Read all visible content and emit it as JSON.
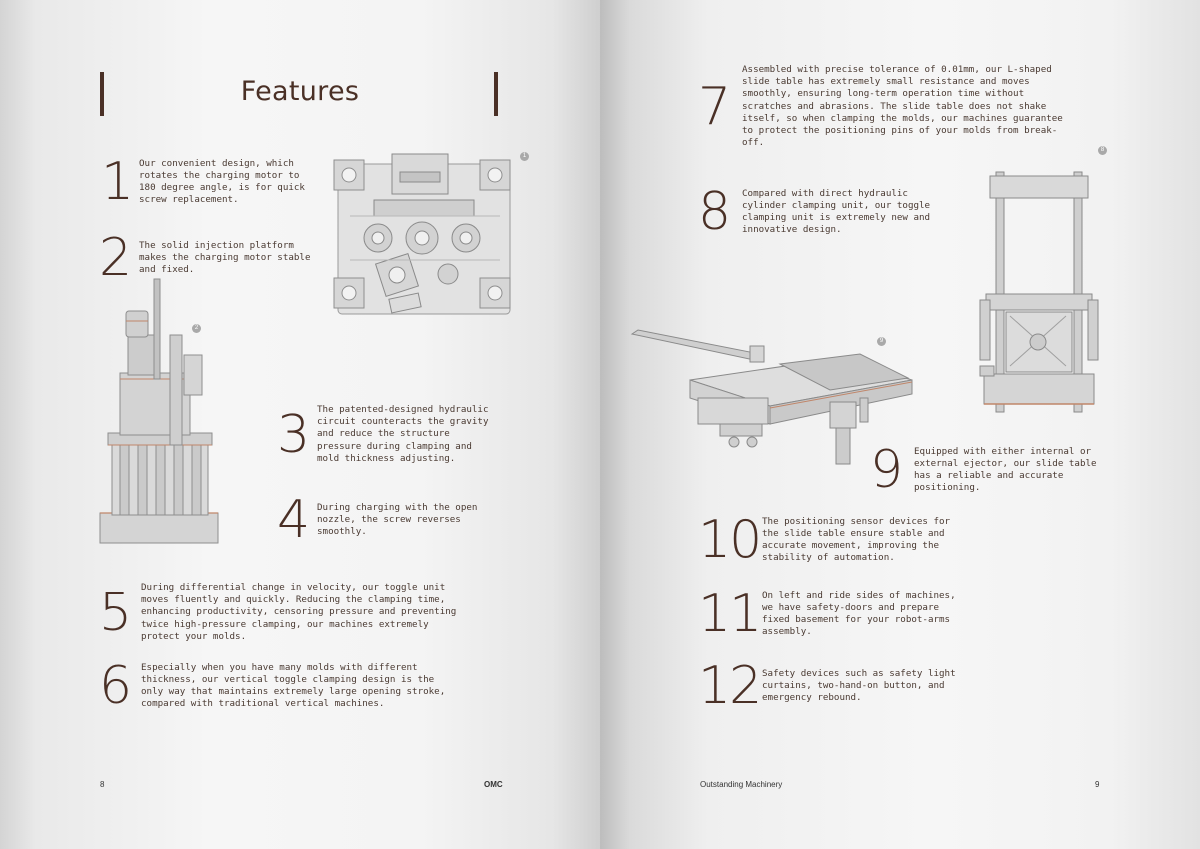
{
  "left_page": {
    "title": "Features",
    "page_number": "8",
    "brand": "OMC",
    "features": [
      {
        "number": "1",
        "text": "Our convenient design, which rotates the charging motor to 180 degree angle, is for quick screw replacement."
      },
      {
        "number": "2",
        "text": "The solid injection platform makes the charging motor stable and fixed."
      },
      {
        "number": "3",
        "text": "The patented-designed hydraulic circuit counteracts the gravity and reduce the structure pressure during clamping and mold thickness adjusting."
      },
      {
        "number": "4",
        "text": "During charging with the open nozzle, the screw reverses smoothly."
      },
      {
        "number": "5",
        "text": "During differential change in velocity, our toggle unit moves fluently and quickly. Reducing the clamping time, enhancing productivity, censoring pressure and preventing twice high-pressure clamping, our machines extremely protect your molds."
      },
      {
        "number": "6",
        "text": "Especially when you have many molds with different thickness, our vertical toggle clamping design is the only way that maintains extremely large opening stroke, compared with traditional vertical machines."
      }
    ],
    "figure_refs": [
      "1",
      "2"
    ]
  },
  "right_page": {
    "page_number": "9",
    "tagline": "Outstanding Machinery",
    "features": [
      {
        "number": "7",
        "text": "Assembled with precise tolerance of 0.01mm, our L-shaped slide table has extremely small resistance and moves smoothly, ensuring long-term operation time without scratches and abrasions. The slide table does not shake itself, so when clamping the molds, our machines guarantee to protect the positioning pins of your molds from break-off."
      },
      {
        "number": "8",
        "text": "Compared with direct hydraulic cylinder clamping unit, our toggle clamping unit is extremely new and innovative design."
      },
      {
        "number": "9",
        "text": "Equipped with either internal or external ejector, our slide table has a reliable and accurate positioning."
      },
      {
        "number": "10",
        "text": "The positioning sensor devices for the slide table ensure stable and accurate movement, improving the stability of automation."
      },
      {
        "number": "11",
        "text": "On left and ride sides of machines, we have safety-doors and prepare fixed basement for your robot-arms assembly."
      },
      {
        "number": "12",
        "text": "Safety devices such as safety light curtains, two-hand-on button, and emergency rebound."
      }
    ],
    "figure_refs": [
      "8",
      "9"
    ]
  },
  "colors": {
    "ink": "#4a3026",
    "accent_copper": "#c0866a",
    "machine_grey": "#c8c8c8"
  }
}
